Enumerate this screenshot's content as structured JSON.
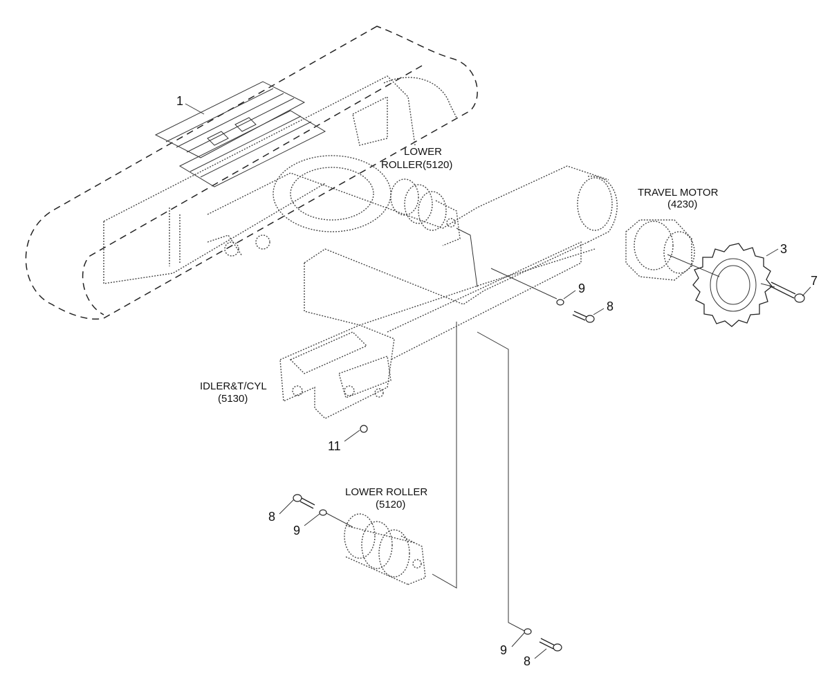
{
  "diagram": {
    "callouts": {
      "track_shoe": "1",
      "sprocket": "3",
      "bolt_sprocket": "7",
      "washer_top": "9",
      "bolt_top": "8",
      "grease_fitting": "11",
      "bolt_left": "8",
      "washer_left": "9",
      "washer_bottom": "9",
      "bolt_bottom": "8"
    },
    "captions": {
      "lower_roller_top_line1": "LOWER",
      "lower_roller_top_line2": "ROLLER(5120)",
      "travel_motor_line1": "TRAVEL MOTOR",
      "travel_motor_line2": "(4230)",
      "idler_line1": "IDLER&T/CYL",
      "idler_line2": "(5130)",
      "lower_roller_bottom_line1": "LOWER ROLLER",
      "lower_roller_bottom_line2": "(5120)"
    }
  }
}
